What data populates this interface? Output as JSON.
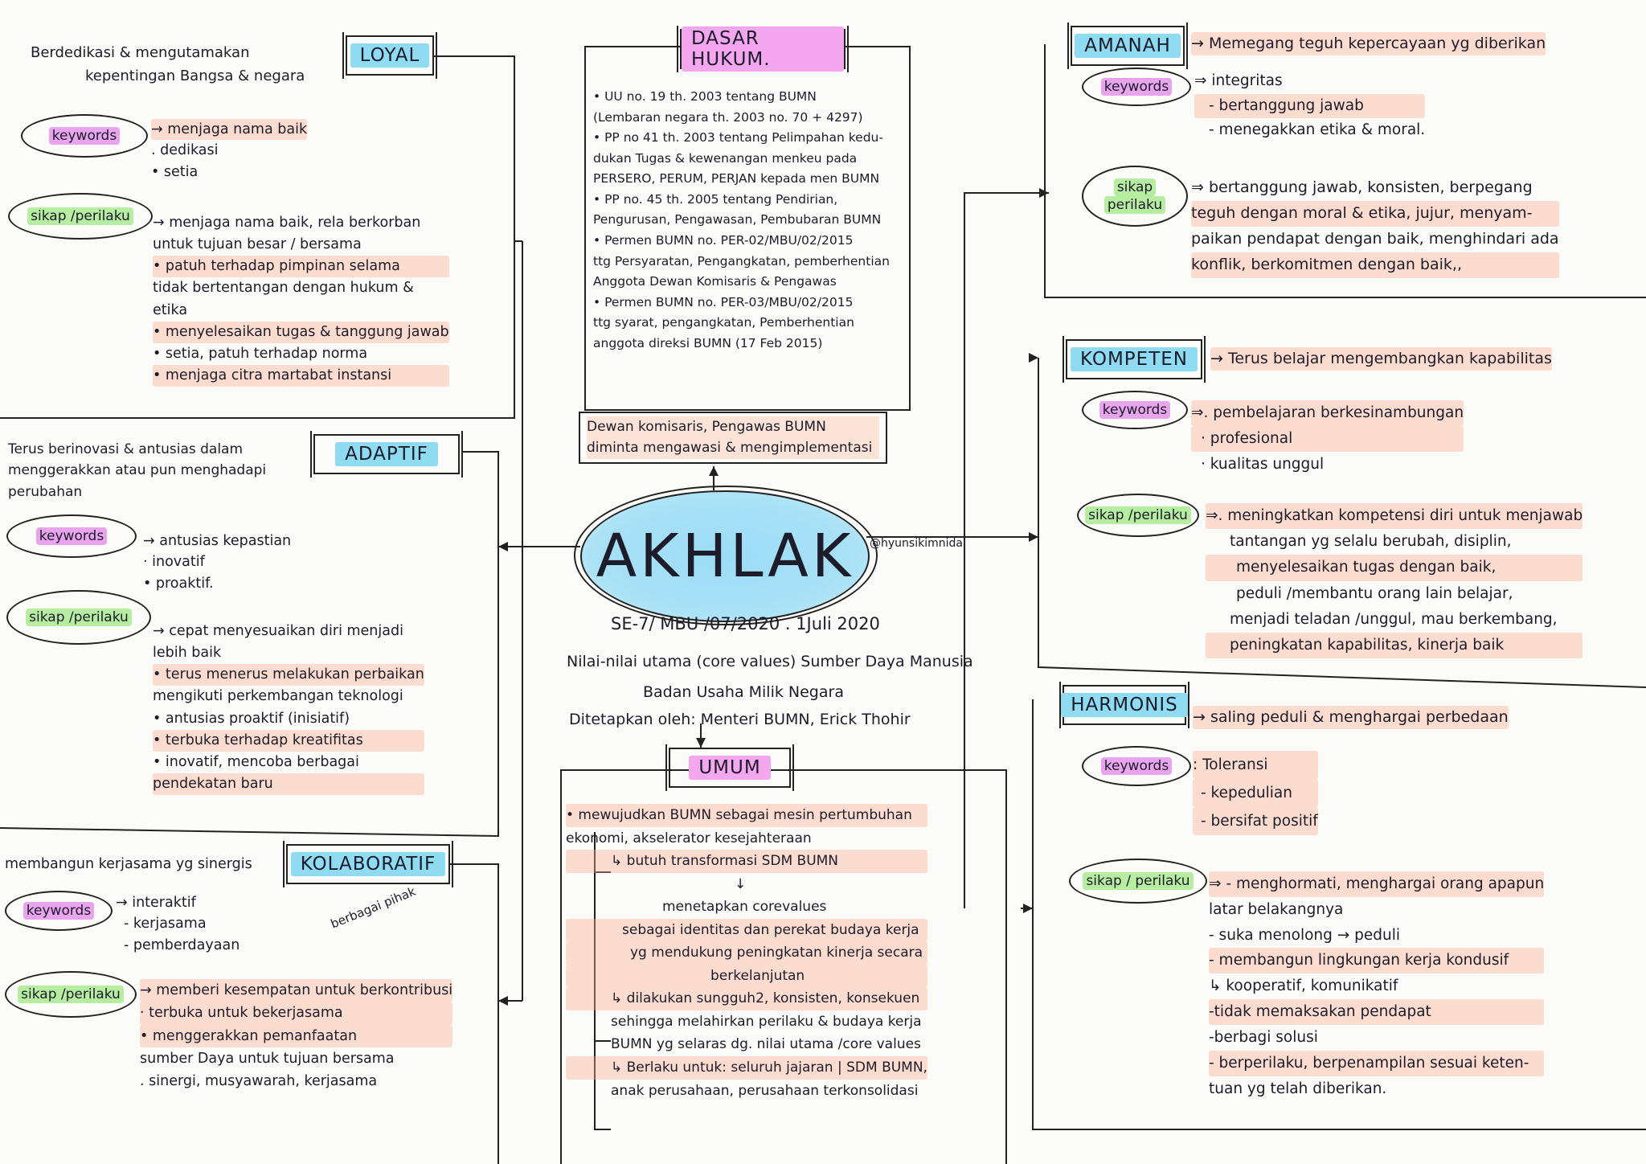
{
  "center": {
    "title": "AKHLAK",
    "handle": "@hyunsikimnida",
    "decree": "SE-7/ MBU /07/2020 . 1Juli 2020",
    "subtitle_1": "Nilai-nilai utama (core values) Sumber Daya Manusia",
    "subtitle_2": "Badan Usaha Milik Negara",
    "subtitle_3": "Ditetapkan oleh: Menteri BUMN, Erick Thohir"
  },
  "dasar_hukum": {
    "title": "DASAR HUKUM.",
    "items": [
      "• UU no. 19 th. 2003 tentang BUMN",
      "  (Lembaran negara th. 2003 no. 70 + 4297)",
      "• PP no 41 th. 2003 tentang Pelimpahan kedu-",
      "  dukan Tugas & kewenangan menkeu pada",
      "  PERSERO, PERUM, PERJAN kepada men BUMN",
      "• PP no. 45 th. 2005 tentang Pendirian,",
      "  Pengurusan, Pengawasan, Pembubaran BUMN",
      "• Permen BUMN no. PER-02/MBU/02/2015",
      "  ttg Persyaratan, Pengangkatan, pemberhentian",
      "  Anggota Dewan Komisaris & Pengawas",
      "• Permen BUMN no. PER-03/MBU/02/2015",
      "  ttg syarat, pengangkatan, Pemberhentian",
      "  anggota direksi BUMN    (17 Feb 2015)"
    ],
    "note_1": "Dewan komisaris, Pengawas BUMN",
    "note_2": "diminta mengawasi & mengimplementasi"
  },
  "loyal": {
    "title": "LOYAL",
    "desc_1": "Berdedikasi & mengutamakan",
    "desc_2": "kepentingan Bangsa & negara",
    "keywords_label": "keywords",
    "keywords": [
      "→ menjaga nama baik",
      ". dedikasi",
      "• setia"
    ],
    "sikap_label": "sikap /perilaku",
    "sikap": [
      "→ menjaga nama baik, rela berkorban",
      "   untuk tujuan besar / bersama",
      "• patuh terhadap pimpinan selama",
      "  tidak bertentangan dengan hukum &",
      "  etika",
      "• menyelesaikan tugas & tanggung jawab",
      "• setia, patuh terhadap norma",
      "• menjaga citra martabat instansi"
    ]
  },
  "adaptif": {
    "title": "ADAPTIF",
    "desc_1": "Terus berinovasi & antusias dalam",
    "desc_2": "menggerakkan atau pun menghadapi",
    "desc_3": "perubahan",
    "keywords_label": "keywords",
    "keywords": [
      "→ antusias kepastian",
      "· inovatif",
      "• proaktif."
    ],
    "sikap_label": "sikap /perilaku",
    "sikap": [
      "→ cepat menyesuaikan diri menjadi",
      "   lebih baik",
      "• terus menerus melakukan perbaikan",
      "  mengikuti perkembangan teknologi",
      "• antusias proaktif (inisiatif)",
      "• terbuka terhadap kreatifitas",
      "• inovatif, mencoba berbagai",
      "  pendekatan baru"
    ]
  },
  "kolaboratif": {
    "title": "KOLABORATIF",
    "desc": "membangun kerjasama yg sinergis",
    "keywords_label": "keywords",
    "keywords": [
      "→ interaktif",
      "- kerjasama",
      "- pemberdayaan"
    ],
    "sikap_label": "sikap /perilaku",
    "sikap_note": "berbagai pihak",
    "sikap": [
      "→ memberi kesempatan untuk berkontribusi",
      "· terbuka untuk bekerjasama",
      "• menggerakkan pemanfaatan",
      "  sumber Daya untuk tujuan bersama",
      ". sinergi, musyawarah, kerjasama"
    ]
  },
  "amanah": {
    "title": "AMANAH",
    "desc": "→ Memegang teguh kepercayaan yg diberikan",
    "keywords_label": "keywords",
    "keywords": [
      "⇒ integritas",
      "- bertanggung jawab",
      "- menegakkan etika & moral."
    ],
    "sikap_label_1": "sikap",
    "sikap_label_2": "perilaku",
    "sikap": [
      "⇒ bertanggung jawab, konsisten, berpegang",
      "teguh dengan moral & etika, jujur, menyam-",
      "paikan pendapat dengan baik, menghindari ada",
      "konflik, berkomitmen dengan baik,,"
    ]
  },
  "kompeten": {
    "title": "KOMPETEN",
    "desc": "→ Terus belajar mengembangkan kapabilitas",
    "keywords_label": "keywords",
    "keywords": [
      "⇒. pembelajaran berkesinambungan",
      "· profesional",
      "· kualitas unggul"
    ],
    "sikap_label": "sikap /perilaku",
    "sikap": [
      "⇒. meningkatkan kompetensi diri untuk menjawab",
      "tantangan yg selalu berubah, disiplin,",
      "menyelesaikan tugas dengan baik,",
      "peduli /membantu orang lain belajar,",
      "menjadi teladan /unggul, mau berkembang,",
      "peningkatan kapabilitas, kinerja baik"
    ]
  },
  "harmonis": {
    "title": "HARMONIS",
    "desc": "→ saling peduli & menghargai perbedaan",
    "keywords_label": "keywords",
    "keywords": [
      ": Toleransi",
      "- kepedulian",
      "- bersifat positif"
    ],
    "sikap_label": "sikap / perilaku",
    "sikap": [
      "⇒ - menghormati, menghargai orang apapun",
      "     latar belakangnya",
      "  - suka menolong → peduli",
      "  - membangun lingkungan kerja kondusif",
      "       ↳ kooperatif, komunikatif",
      "  -tidak memaksakan pendapat",
      "  -berbagi solusi",
      "  - berperilaku, berpenampilan sesuai keten-",
      "     tuan yg telah diberikan."
    ]
  },
  "umum": {
    "title": "UMUM",
    "lines": [
      "• mewujudkan BUMN sebagai mesin pertumbuhan",
      "  ekonomi, akselerator kesejahteraan",
      "↳ butuh transformasi SDM BUMN",
      "↓",
      "menetapkan corevalues",
      "sebagai identitas dan perekat budaya kerja",
      "yg mendukung peningkatan kinerja secara",
      "berkelanjutan",
      "↳ dilakukan sungguh2, konsisten, konsekuen",
      "   sehingga melahirkan perilaku & budaya kerja",
      "   BUMN yg selaras dg. nilai utama /core values",
      "↳ Berlaku untuk: seluruh jajaran | SDM BUMN,",
      "   anak perusahaan, perusahaan terkonsolidasi"
    ]
  },
  "colors": {
    "title_blue": "#8fdcf2",
    "title_pink": "#f4a6ee",
    "keyword_purple": "#e9a4ee",
    "sikap_green": "#b6eda0",
    "highlight_peach": "#ffc2a8",
    "ink": "#1c1c2a"
  }
}
